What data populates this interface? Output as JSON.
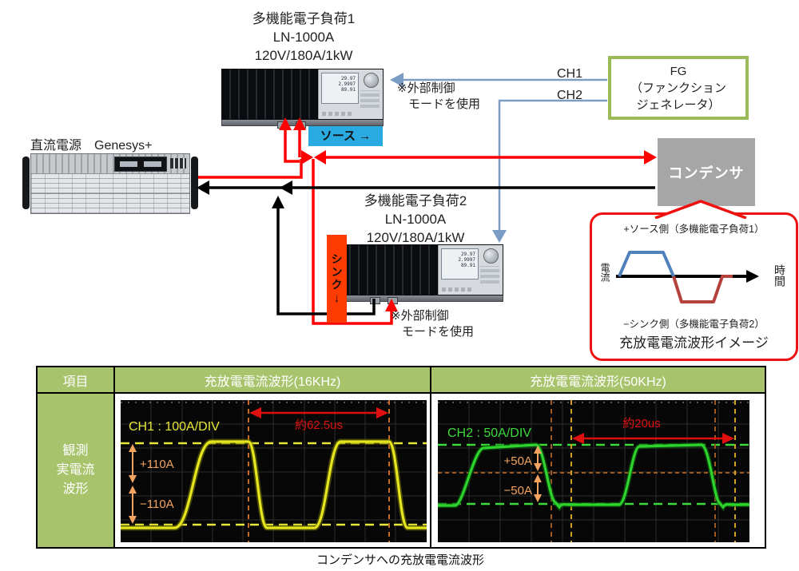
{
  "diagram": {
    "load1": {
      "title": "多機能電子負荷1",
      "model": "LN-1000A",
      "rating": "120V/180A/1kW"
    },
    "load2": {
      "title": "多機能電子負荷2",
      "model": "LN-1000A",
      "rating": "120V/180A/1kW"
    },
    "load_display": {
      "l1": "29.97",
      "l2": "2.9997",
      "l3": "89.91"
    },
    "ext_note": {
      "l1": "※外部制御",
      "l2": "モードを使用"
    },
    "source_tag": "ソース →",
    "sink_tag": "シンク",
    "sink_arrow": "↓",
    "dc_supply": "直流電源　Genesys+",
    "fg": {
      "l1": "FG",
      "l2": "（ファンクション",
      "l3": "ジェネレータ）"
    },
    "ch1": "CH1",
    "ch2": "CH2",
    "capacitor": "コンデンサ",
    "callout": {
      "plus": "+ソース側（多機能電子負荷1）",
      "minus": "−シンク側（多機能電子負荷2）",
      "ylabel": "電流",
      "xlabel": "時間",
      "title": "充放電電流波形イメージ"
    }
  },
  "table": {
    "col_item": "項目",
    "col_16k": "充放電電流波形(16KHz)",
    "col_50k": "充放電電流波形(50KHz)",
    "row_label": {
      "l1": "観測",
      "l2": "実電流",
      "l3": "波形"
    }
  },
  "scope1": {
    "channel": "CH1 : 100A/DIV",
    "period": "約62.5us",
    "amp_plus": "+110A",
    "amp_minus": "−110A"
  },
  "scope2": {
    "channel": "CH2 : 50A/DIV",
    "period": "約20us",
    "amp_plus": "+50A",
    "amp_minus": "−50A"
  },
  "caption": "コンデンサへの充放電電流波形",
  "colors": {
    "table_green": "#a7c36b",
    "fg_border": "#9bbb59",
    "source_cyan": "#29abe2",
    "sink_red": "#fe3b01",
    "capacitor_gray": "#a6a6a6",
    "wire_red": "#ff0000",
    "wire_black": "#000000",
    "wire_blue": "#7b9cc4",
    "trace_yellow": "#e6e61e",
    "trace_green": "#2ed32e",
    "annotation_orange": "#f4a460",
    "cursor_red": "#e01010",
    "callout_source_wave": "#4f81bd",
    "callout_sink_wave": "#b5413c"
  }
}
